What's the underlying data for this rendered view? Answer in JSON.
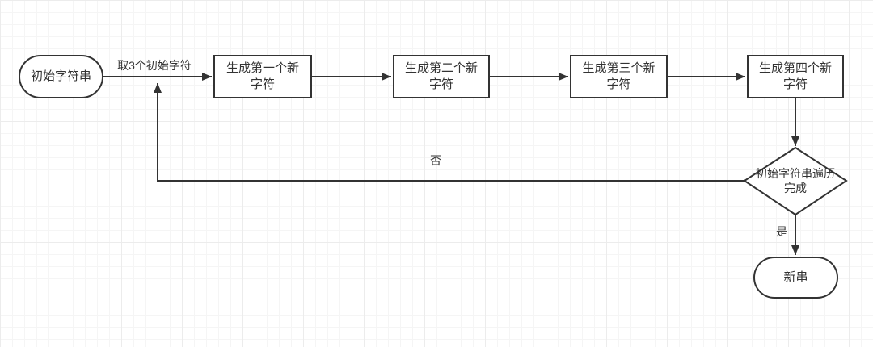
{
  "theme": {
    "line_color": "#333333",
    "text_color": "#333333",
    "node_fill": "#ffffff",
    "grid_minor_color": "#f5f5f5",
    "grid_major_color": "#ececec",
    "background_color": "#ffffff"
  },
  "nodes": {
    "start": {
      "type": "terminator",
      "label": "初始字符串"
    },
    "step1": {
      "type": "process",
      "label": "生成第一个新\n字符"
    },
    "step2": {
      "type": "process",
      "label": "生成第二个新\n字符"
    },
    "step3": {
      "type": "process",
      "label": "生成第三个新\n字符"
    },
    "step4": {
      "type": "process",
      "label": "生成第四个新\n字符"
    },
    "decision": {
      "type": "decision",
      "label": "初始字符串遍历\n完成"
    },
    "end": {
      "type": "terminator",
      "label": "新串"
    }
  },
  "edges": {
    "take3": {
      "from": "start",
      "to": "step1",
      "label": "取3个初始字符"
    },
    "no": {
      "from": "decision",
      "to": "take3",
      "label": "否"
    },
    "yes": {
      "from": "decision",
      "to": "end",
      "label": "是"
    }
  }
}
